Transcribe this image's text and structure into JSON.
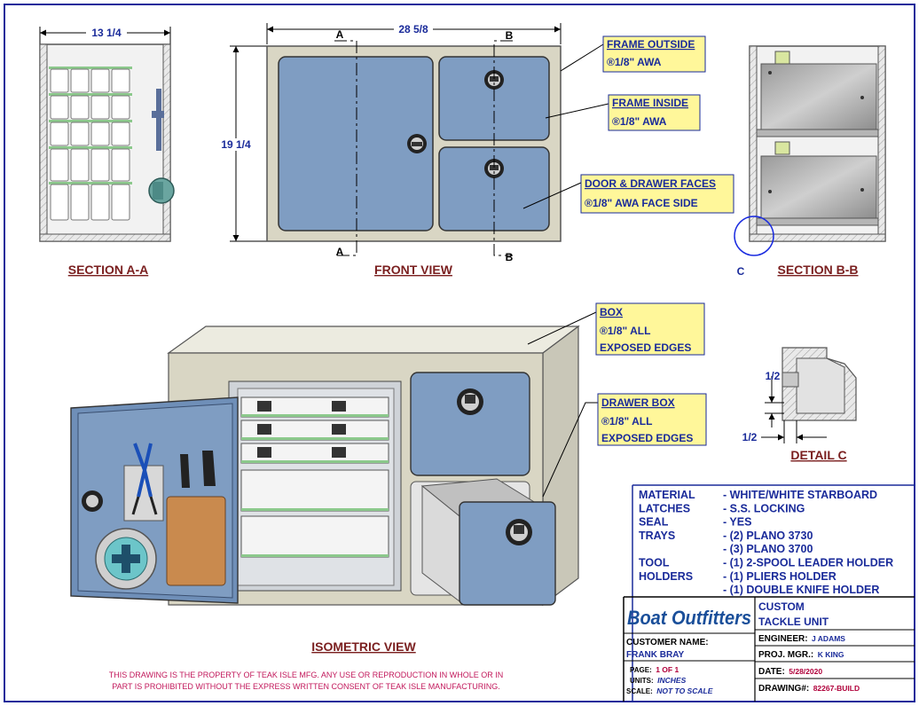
{
  "dimensions": {
    "section_width": "13 1/4",
    "front_width": "28 5/8",
    "front_height": "19 1/4",
    "detail_a": "1/2",
    "detail_b": "1/2"
  },
  "section_markers": {
    "a": "A",
    "b": "B",
    "c": "C"
  },
  "titles": {
    "section_aa": "SECTION A-A",
    "front_view": "FRONT VIEW",
    "section_bb": "SECTION B-B",
    "isometric_view": "ISOMETRIC VIEW",
    "detail_c": "DETAIL  C"
  },
  "callouts": {
    "frame_outside": {
      "title": "FRAME OUTSIDE",
      "line": "®1/8\" AWA"
    },
    "frame_inside": {
      "title": "FRAME INSIDE",
      "line": "®1/8\" AWA"
    },
    "door_faces": {
      "title": "DOOR & DRAWER FACES",
      "line": "®1/8\" AWA FACE SIDE"
    },
    "box": {
      "title": "BOX",
      "line1": "®1/8\" ALL",
      "line2": "EXPOSED EDGES"
    },
    "drawer_box": {
      "title": "DRAWER BOX",
      "line1": "®1/8\" ALL",
      "line2": "EXPOSED EDGES"
    }
  },
  "specs": [
    {
      "label": "MATERIAL",
      "value": "- WHITE/WHITE STARBOARD"
    },
    {
      "label": "LATCHES",
      "value": "- S.S. LOCKING"
    },
    {
      "label": "SEAL",
      "value": "- YES"
    },
    {
      "label": "TRAYS",
      "value": "- (2) PLANO 3730"
    },
    {
      "label": "",
      "value": "- (3) PLANO 3700"
    },
    {
      "label": "TOOL",
      "value": "- (1) 2-SPOOL LEADER HOLDER"
    },
    {
      "label": "HOLDERS",
      "value": "- (1) PLIERS HOLDER"
    },
    {
      "label": "",
      "value": "- (1) DOUBLE KNIFE HOLDER"
    }
  ],
  "title_block": {
    "logo": "Boat Outfitters",
    "project_line1": "CUSTOM",
    "project_line2": "TACKLE UNIT",
    "customer_label": "CUSTOMER NAME:",
    "customer_value": "FRANK BRAY",
    "engineer_label": "ENGINEER:",
    "engineer_value": "J ADAMS",
    "pm_label": "PROJ. MGR.:",
    "pm_value": "K KING",
    "page_label": "PAGE:",
    "page_value": "1 OF 1",
    "units_label": "UNITS:",
    "units_value": "INCHES",
    "scale_label": "SCALE:",
    "scale_value": "NOT TO SCALE",
    "date_label": "DATE:",
    "date_value": "5/28/2020",
    "drawing_label": "DRAWING#:",
    "drawing_value": "82267-BUILD"
  },
  "disclaimer": {
    "line1": "THIS DRAWING IS THE PROPERTY OF TEAK ISLE MFG.  ANY USE OR REPRODUCTION IN WHOLE OR IN",
    "line2": "PART IS PROHIBITED WITHOUT THE EXPRESS WRITTEN CONSENT OF TEAK ISLE MANUFACTURING."
  },
  "colors": {
    "frame": "#d9d6c4",
    "panel_blue": "#7f9dc2",
    "callout_fill": "#fff79a",
    "callout_text": "#1a2b9a",
    "title_text": "#7a1f1f",
    "border": "#1a2b9a"
  }
}
